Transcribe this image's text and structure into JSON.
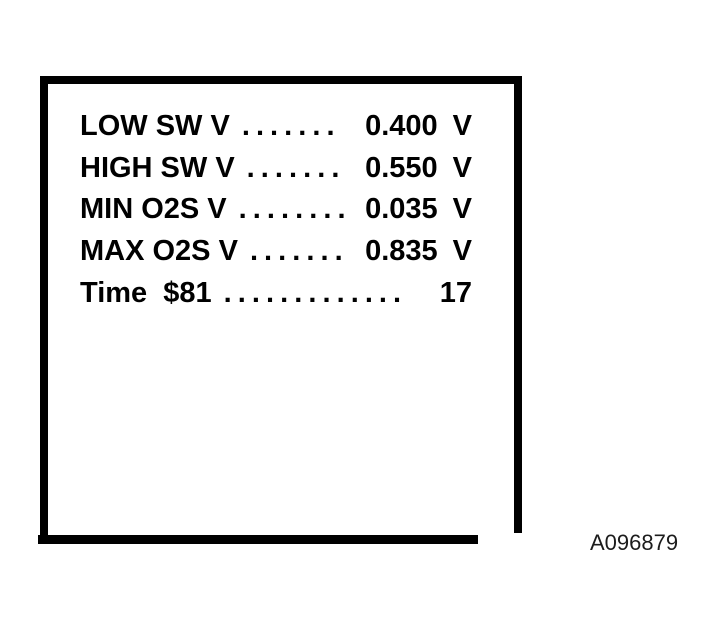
{
  "figure": {
    "code": "A096879"
  },
  "scan_tool_display": {
    "rows": [
      {
        "label": "LOW SW V",
        "leader": ". . . . . . .",
        "value": "0.400",
        "unit": "V"
      },
      {
        "label": "HIGH SW V",
        "leader": ". . . . . . .",
        "value": "0.550",
        "unit": "V"
      },
      {
        "label": "MIN O2S V",
        "leader": ". . . . . . . .",
        "value": "0.035",
        "unit": "V"
      },
      {
        "label": "MAX O2S V",
        "leader": ". . . . . . .",
        "value": "0.835",
        "unit": "V"
      },
      {
        "label": "Time  $81",
        "leader": ". . . . . . . . . . . . .",
        "value": "17",
        "unit": ""
      }
    ]
  },
  "colors": {
    "ink": "#000000",
    "background": "#ffffff",
    "figure_code_text": "#1c1c1c"
  }
}
